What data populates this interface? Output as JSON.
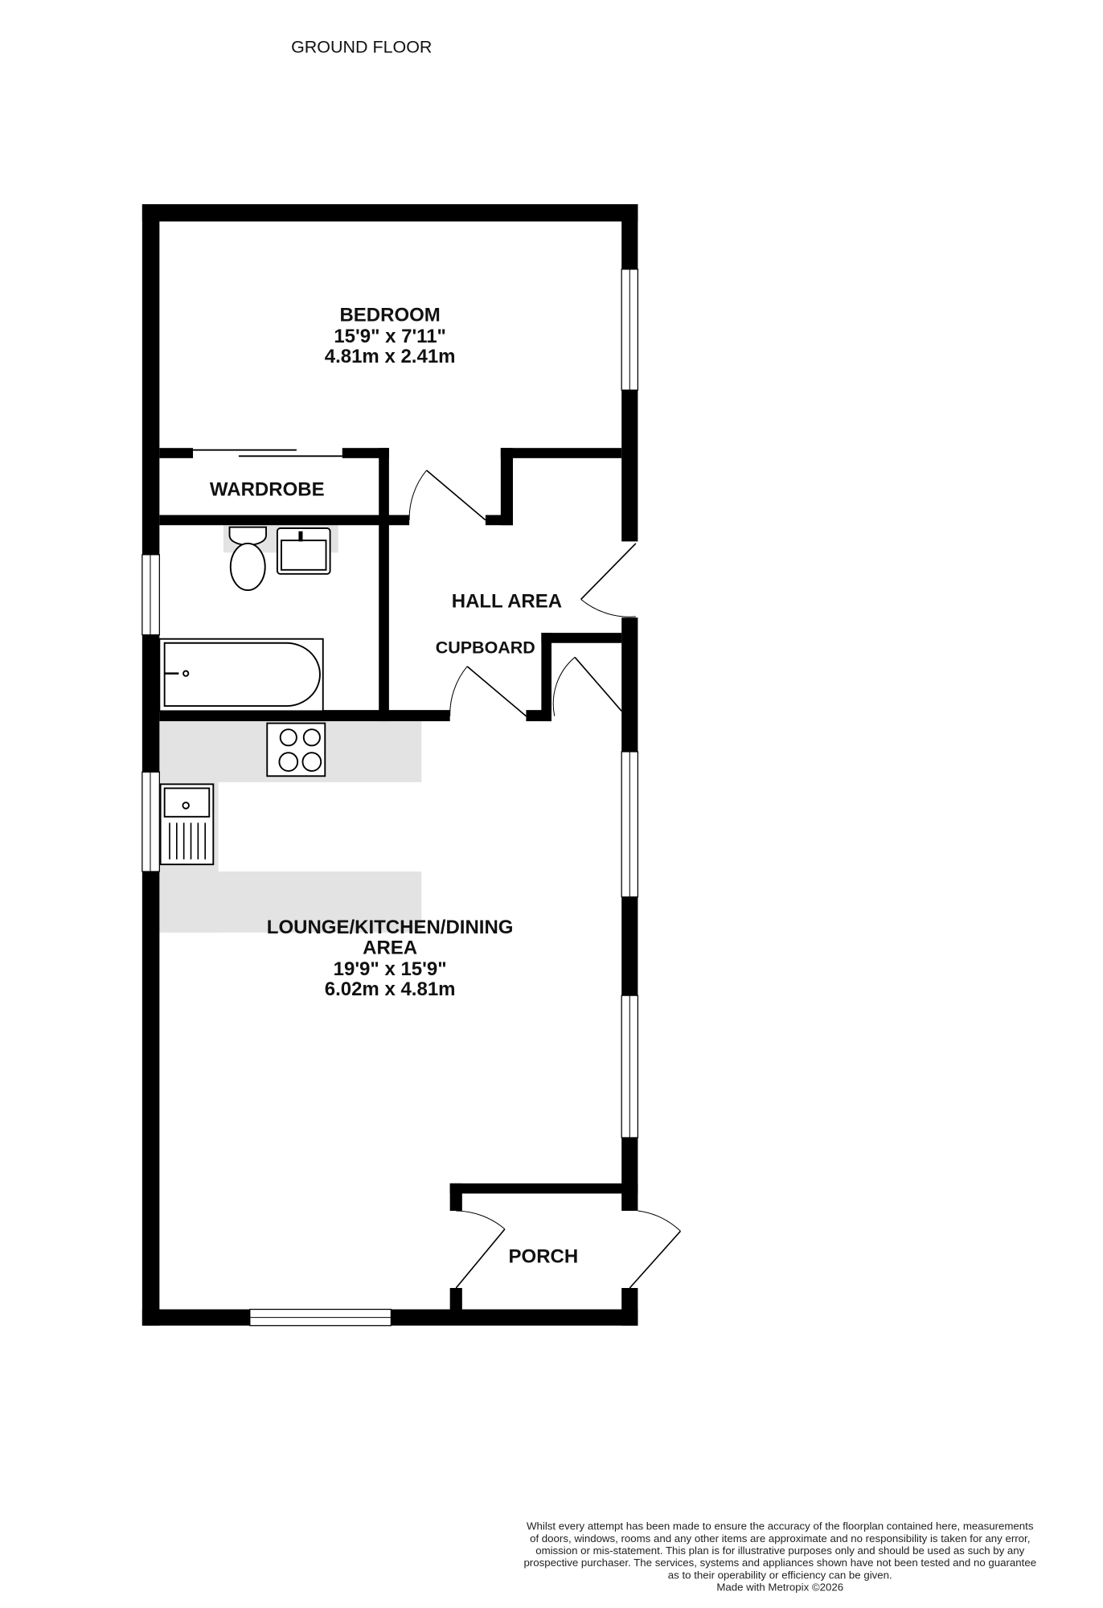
{
  "title": "GROUND FLOOR",
  "rooms": {
    "bedroom": {
      "name": "BEDROOM",
      "imperial": "15'9\"  x 7'11\"",
      "metric": "4.81m  x 2.41m"
    },
    "wardrobe": {
      "name": "WARDROBE"
    },
    "hall": {
      "name": "HALL AREA"
    },
    "cupboard": {
      "name": "CUPBOARD"
    },
    "lounge": {
      "name_line1": "LOUNGE/KITCHEN/DINING",
      "name_line2": "AREA",
      "imperial": "19'9\"  x 15'9\"",
      "metric": "6.02m  x 4.81m"
    },
    "porch": {
      "name": "PORCH"
    }
  },
  "disclaimer": {
    "lines": [
      "Whilst every attempt has been made to ensure the accuracy of the floorplan contained here, measurements",
      "of doors, windows, rooms and any other items are approximate and no responsibility is taken for any error,",
      "omission or mis-statement. This plan is for illustrative purposes only and should be used as such by any",
      "prospective purchaser. The services, systems and appliances shown have not been tested and no guarantee",
      "as to their operability or efficiency can be given."
    ],
    "credit": "Made with Metropix ©2026"
  },
  "colors": {
    "wall": "#000000",
    "counter": "#e3e3e3"
  }
}
